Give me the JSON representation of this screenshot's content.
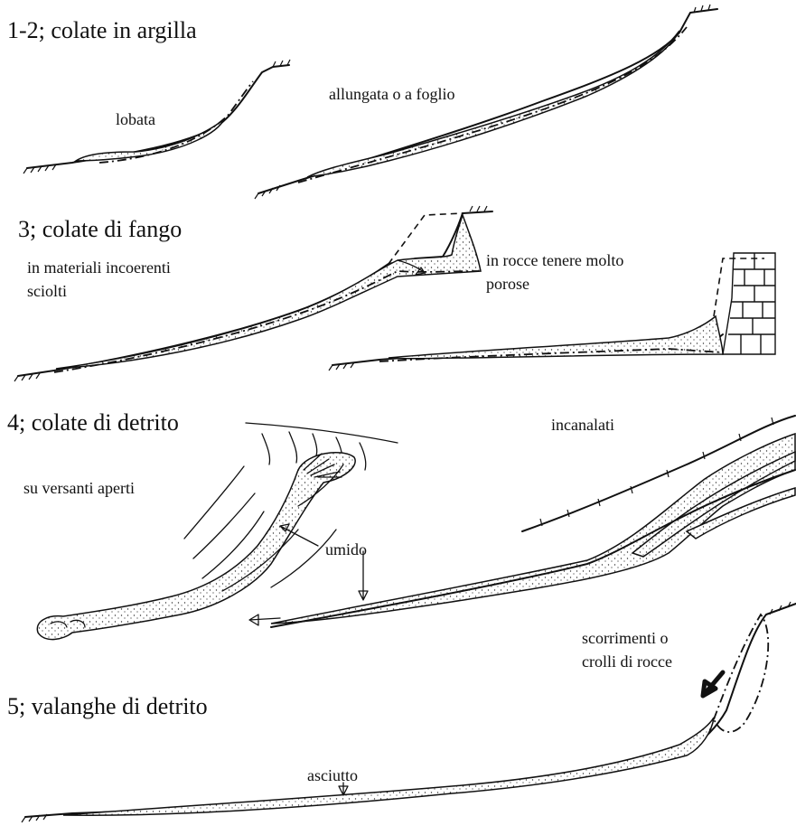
{
  "sections": {
    "clay": {
      "heading": "1-2; colate in argilla",
      "label_lobate": "lobata",
      "label_elongated": "allungata o a foglio"
    },
    "mud": {
      "heading": "3; colate di fango",
      "label_loose_line1": "in materiali incoerenti",
      "label_loose_line2": "sciolti",
      "label_rock_line1": "in rocce tenere molto",
      "label_rock_line2": "porose"
    },
    "debris": {
      "heading": "4; colate di detrito",
      "label_open": "su versanti aperti",
      "label_channel": "incanalati",
      "label_wet": "umido"
    },
    "avalanche": {
      "heading": "5; valanghe di detrito",
      "label_slides_line1": "scorrimenti o",
      "label_slides_line2": "crolli di rocce",
      "label_dry": "asciutto"
    }
  }
}
